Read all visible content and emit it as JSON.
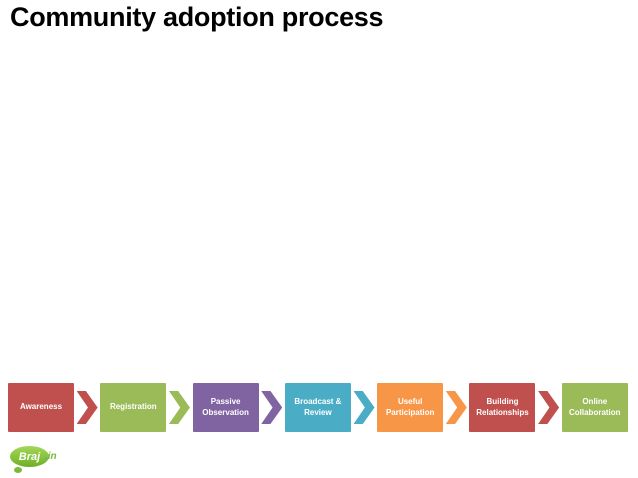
{
  "title": "Community adoption process",
  "title_color": "#000000",
  "background_color": "#FFFFFF",
  "diagram": {
    "type": "process-flow",
    "direction": "left-to-right",
    "text_color": "#FFFFFF",
    "steps": [
      {
        "label": "Awareness",
        "color": "#C0504D"
      },
      {
        "label": "Registration",
        "color": "#9BBB59"
      },
      {
        "label": "Passive Observation",
        "color": "#8064A2"
      },
      {
        "label": "Broadcast & Review",
        "color": "#4BACC6"
      },
      {
        "label": "Useful Participation",
        "color": "#F79646"
      },
      {
        "label": "Building Relationships",
        "color": "#C0504D"
      },
      {
        "label": "Online Collaboration",
        "color": "#9BBB59"
      }
    ]
  },
  "logo": {
    "bubble_text": "Braj",
    "dot": ".",
    "suffix_text": "in",
    "bubble_color": "#8CC63F",
    "dot_color": "#2BA9E0",
    "suffix_color": "#7CB93A"
  }
}
